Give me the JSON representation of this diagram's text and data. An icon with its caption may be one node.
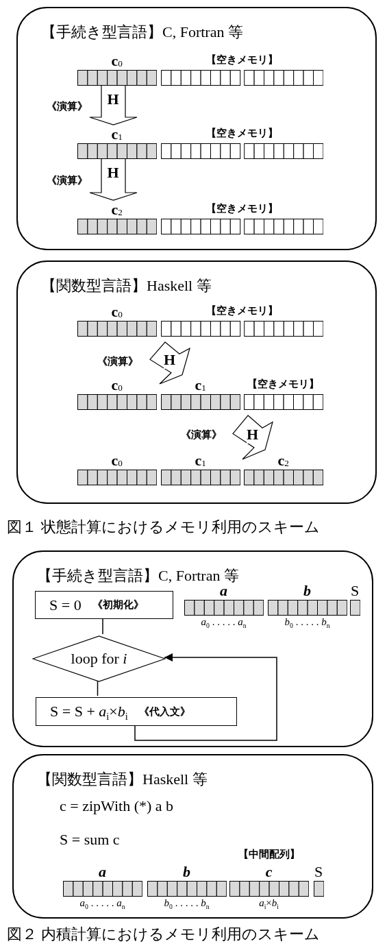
{
  "diagram": {
    "nodes": [
      {
        "text": [
          "【手続き型言語】C, Fortran 等"
        ]
      },
      {
        "text": [
          "c$_{0}$"
        ],
        "in": 0
      },
      {
        "text": [
          "【空きメモリ】"
        ],
        "in": 0
      },
      {
        "text": [
          "c$_{1}$"
        ],
        "in": 0
      },
      {
        "text": [
          "【空きメモリ】"
        ],
        "in": 0
      },
      {
        "text": [
          "c$_{2}$"
        ],
        "in": 0
      },
      {
        "text": [
          "【空きメモリ】"
        ],
        "in": 0
      },
      {
        "text": [
          "【関数型言語】Haskell 等"
        ]
      },
      {
        "text": [
          "c$_{0}$"
        ],
        "in": 7
      },
      {
        "text": [
          "【空きメモリ】"
        ],
        "in": 7
      },
      {
        "text": [
          "c$_{0}$"
        ],
        "in": 7
      },
      {
        "text": [
          "c$_{1}$"
        ],
        "in": 7
      },
      {
        "text": [
          "【空きメモリ】"
        ],
        "in": 7
      },
      {
        "text": [
          "c$_{0}$"
        ],
        "in": 7
      },
      {
        "text": [
          "c$_{1}$"
        ],
        "in": 7
      },
      {
        "text": [
          "c$_{2}$"
        ],
        "in": 7
      },
      {
        "text": [
          "【手続き型言語】C, Fortran 等"
        ]
      },
      {
        "text": [
          "S = 0",
          "《初期化》"
        ],
        "in": 16
      },
      {
        "text": [
          "a"
        ],
        "in": 16,
        "beside": [
          "*a*$_{0}$ . . . . . *a*$_{n}$"
        ]
      },
      {
        "text": [
          "b"
        ],
        "in": 16,
        "beside": [
          "*b*$_{0}$ . . . . . *b*$_{n}$"
        ]
      },
      {
        "text": [
          "S"
        ],
        "in": 16
      },
      {
        "text": [
          "loop for *i*"
        ],
        "in": 16
      },
      {
        "text": [
          "S = S + *a*$_{i}$×*b*$_{i}$",
          "《代入文》"
        ],
        "in": 16
      },
      {
        "text": [
          "【関数型言語】Haskell 等"
        ]
      },
      {
        "text": [
          "a"
        ],
        "in": 23,
        "beside": [
          "*a*$_{0}$ . . . . . *a*$_{n}$"
        ]
      },
      {
        "text": [
          "b"
        ],
        "in": 23,
        "beside": [
          "*b*$_{0}$ . . . . . *b*$_{n}$"
        ]
      },
      {
        "text": [
          "【中間配列】",
          "c"
        ],
        "in": 23,
        "beside": [
          "*a*$_{i}$×*b*$_{i}$"
        ]
      },
      {
        "text": [
          "S"
        ],
        "in": 23
      }
    ],
    "edges": [
      {
        "from": 1,
        "to": 3,
        "arrow": "to",
        "label": "H"
      },
      {
        "from": 3,
        "to": 5,
        "arrow": "to",
        "label": "H"
      },
      {
        "from": 8,
        "to": 11,
        "arrow": "to",
        "label": "H"
      },
      {
        "from": 11,
        "to": 15,
        "arrow": "to",
        "label": "H"
      },
      {
        "from": 17,
        "to": 21,
        "arrow": "none"
      },
      {
        "from": 21,
        "to": 22,
        "arrow": "none"
      },
      {
        "from": 22,
        "to": 21,
        "arrow": "to"
      }
    ],
    "labels": [
      "《演算》",
      "《演算》",
      "《演算》",
      "《演算》",
      "図１ 状態計算におけるメモリ利用のスキーム",
      "c = zipWith (*) a b",
      "S = sum c",
      "図２ 内積計算におけるメモリ利用のスキーム"
    ]
  }
}
